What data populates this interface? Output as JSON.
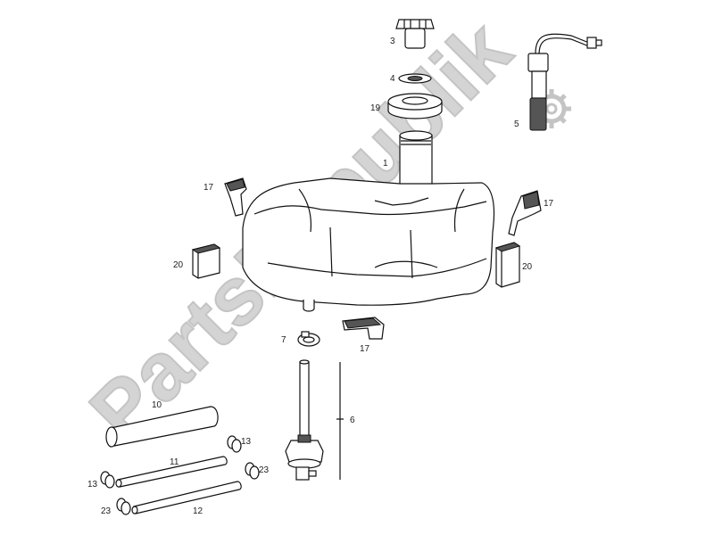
{
  "watermark": {
    "text": "PartsRepublik"
  },
  "callouts": {
    "c1": "1",
    "c3": "3",
    "c4": "4",
    "c5": "5",
    "c6": "6",
    "c7": "7",
    "c10": "10",
    "c11": "11",
    "c12": "12",
    "c13a": "13",
    "c13b": "13",
    "c17a": "17",
    "c17b": "17",
    "c17c": "17",
    "c19": "19",
    "c20a": "20",
    "c20b": "20",
    "c23a": "23",
    "c23b": "23"
  },
  "colors": {
    "line": "#111111",
    "watermark": "#d4d4d4",
    "background": "#ffffff"
  },
  "icons": {
    "watermark_logo": "gear-icon"
  }
}
